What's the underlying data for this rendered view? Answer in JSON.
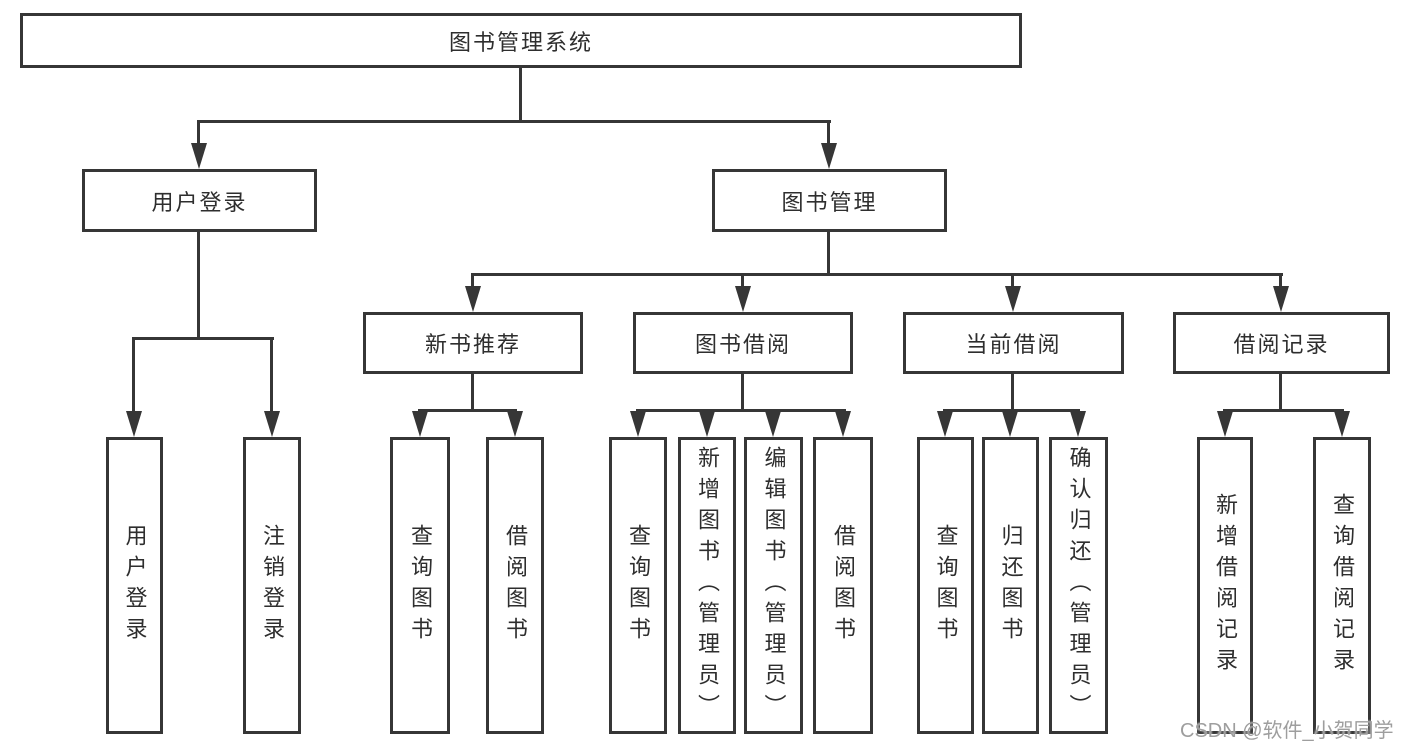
{
  "diagram": {
    "root": {
      "label": "图书管理系统"
    },
    "branches": [
      {
        "label": "用户登录",
        "children": [
          {
            "label": "用户登录"
          },
          {
            "label": "注销登录"
          }
        ]
      },
      {
        "label": "图书管理",
        "groups": [
          {
            "label": "新书推荐",
            "children": [
              {
                "label": "查询图书"
              },
              {
                "label": "借阅图书"
              }
            ]
          },
          {
            "label": "图书借阅",
            "children": [
              {
                "label": "查询图书"
              },
              {
                "label": "新增图书（管理员）"
              },
              {
                "label": "编辑图书（管理员）"
              },
              {
                "label": "借阅图书"
              }
            ]
          },
          {
            "label": "当前借阅",
            "children": [
              {
                "label": "查询图书"
              },
              {
                "label": "归还图书"
              },
              {
                "label": "确认归还（管理员）"
              }
            ]
          },
          {
            "label": "借阅记录",
            "children": [
              {
                "label": "新增借阅记录"
              },
              {
                "label": "查询借阅记录"
              }
            ]
          }
        ]
      }
    ],
    "watermark": "CSDN @软件_小贺同学",
    "colors": {
      "line": "#363636",
      "text": "#2e2e2e",
      "watermark": "#9e9e9e",
      "background": "#ffffff"
    }
  }
}
